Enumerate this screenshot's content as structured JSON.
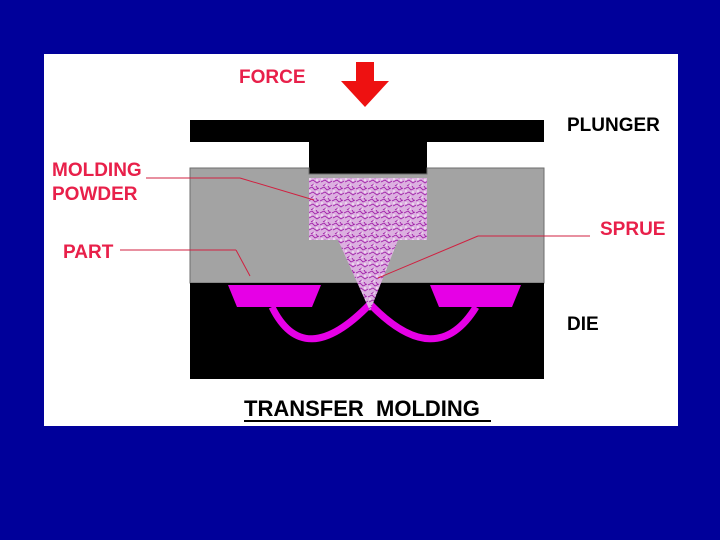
{
  "diagram": {
    "labels": {
      "force": "FORCE",
      "plunger": "PLUNGER",
      "molding_powder_line1": "MOLDING",
      "molding_powder_line2": "POWDER",
      "part": "PART",
      "sprue": "SPRUE",
      "die": "DIE"
    },
    "caption": "TRANSFER  MOLDING",
    "colors": {
      "background": "#00009a",
      "panel": "#ffffff",
      "label_red": "#e8204a",
      "die_black": "#000000",
      "mold_gray": "#a3a3a3",
      "part_magenta": "#e600e6",
      "powder_lavender": "#d8a8dc",
      "arrow_red": "#ee1111"
    }
  }
}
